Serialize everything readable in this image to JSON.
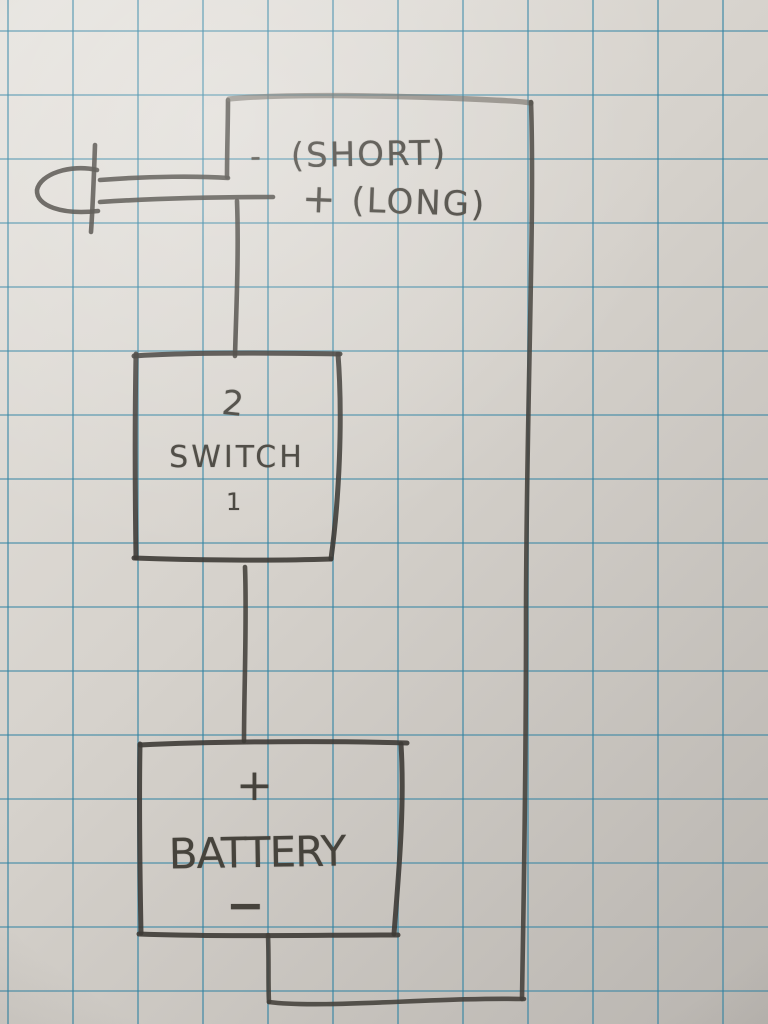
{
  "diagram": {
    "description": "hand-drawn circuit schematic in pencil on blue graph paper",
    "colors": {
      "paper": "#d8d4ce",
      "grid_line": "#2f82a2",
      "pencil": "#43403a"
    },
    "led": {
      "cathode_sign": "-",
      "cathode_label": "(SHORT)",
      "anode_sign": "+",
      "anode_label": "(LONG)"
    },
    "switch_box": {
      "top_terminal": "2",
      "label": "SWITCH",
      "bottom_terminal": "1"
    },
    "battery_box": {
      "top_terminal": "+",
      "label": "BATTERY",
      "bottom_terminal": "−"
    }
  }
}
